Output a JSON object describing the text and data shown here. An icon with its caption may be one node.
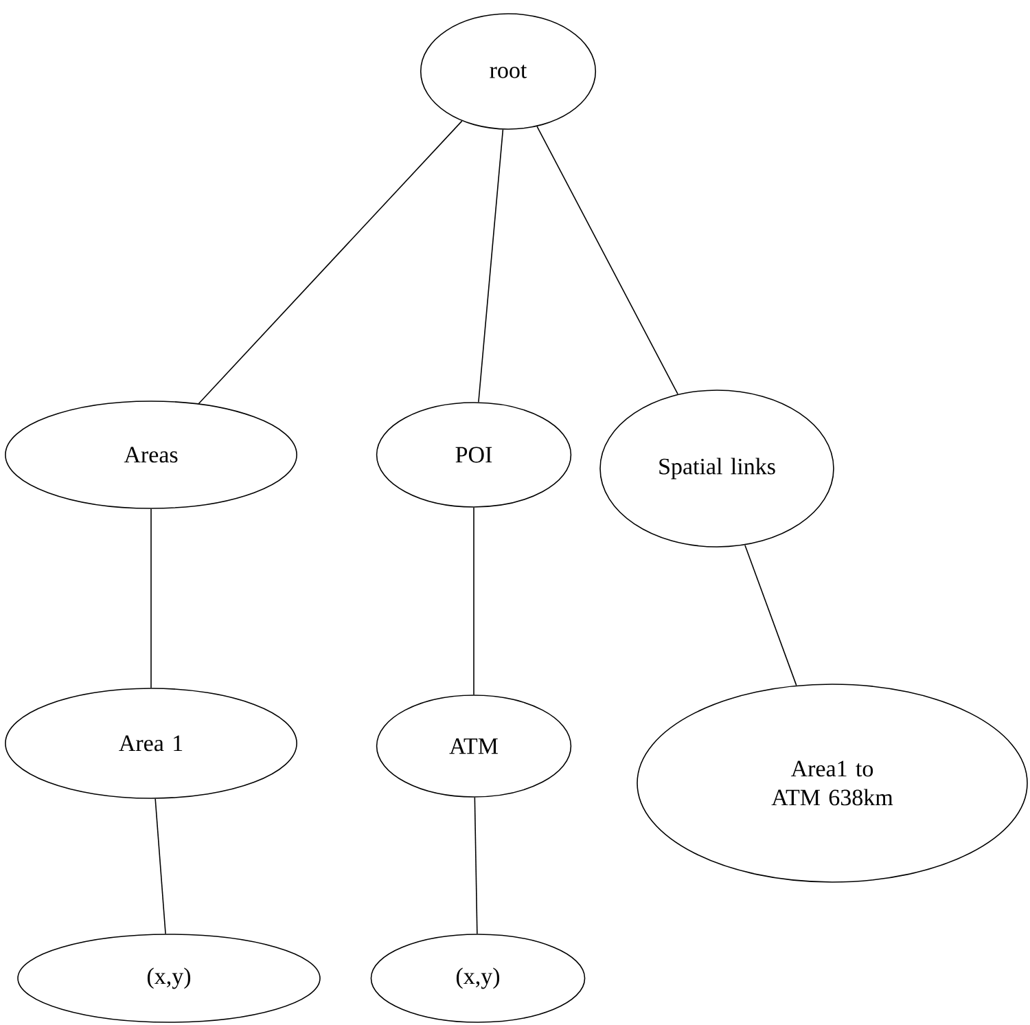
{
  "diagram": {
    "nodes": [
      {
        "text": [
          "root"
        ]
      },
      {
        "text": [
          "Areas"
        ]
      },
      {
        "text": [
          "POI"
        ]
      },
      {
        "text": [
          "Spatial links"
        ]
      },
      {
        "text": [
          "Area 1"
        ]
      },
      {
        "text": [
          "ATM"
        ]
      },
      {
        "text": [
          "Area1 to ATM 638km"
        ]
      },
      {
        "text": [
          "(x,y)"
        ]
      },
      {
        "text": [
          "(x,y)"
        ]
      }
    ],
    "edges": [
      {
        "from": 0,
        "to": 1,
        "arrow": "none"
      },
      {
        "from": 0,
        "to": 2,
        "arrow": "none"
      },
      {
        "from": 0,
        "to": 3,
        "arrow": "none"
      },
      {
        "from": 1,
        "to": 4,
        "arrow": "none"
      },
      {
        "from": 2,
        "to": 5,
        "arrow": "none"
      },
      {
        "from": 3,
        "to": 6,
        "arrow": "none"
      },
      {
        "from": 4,
        "to": 7,
        "arrow": "none"
      },
      {
        "from": 5,
        "to": 8,
        "arrow": "none"
      }
    ]
  }
}
